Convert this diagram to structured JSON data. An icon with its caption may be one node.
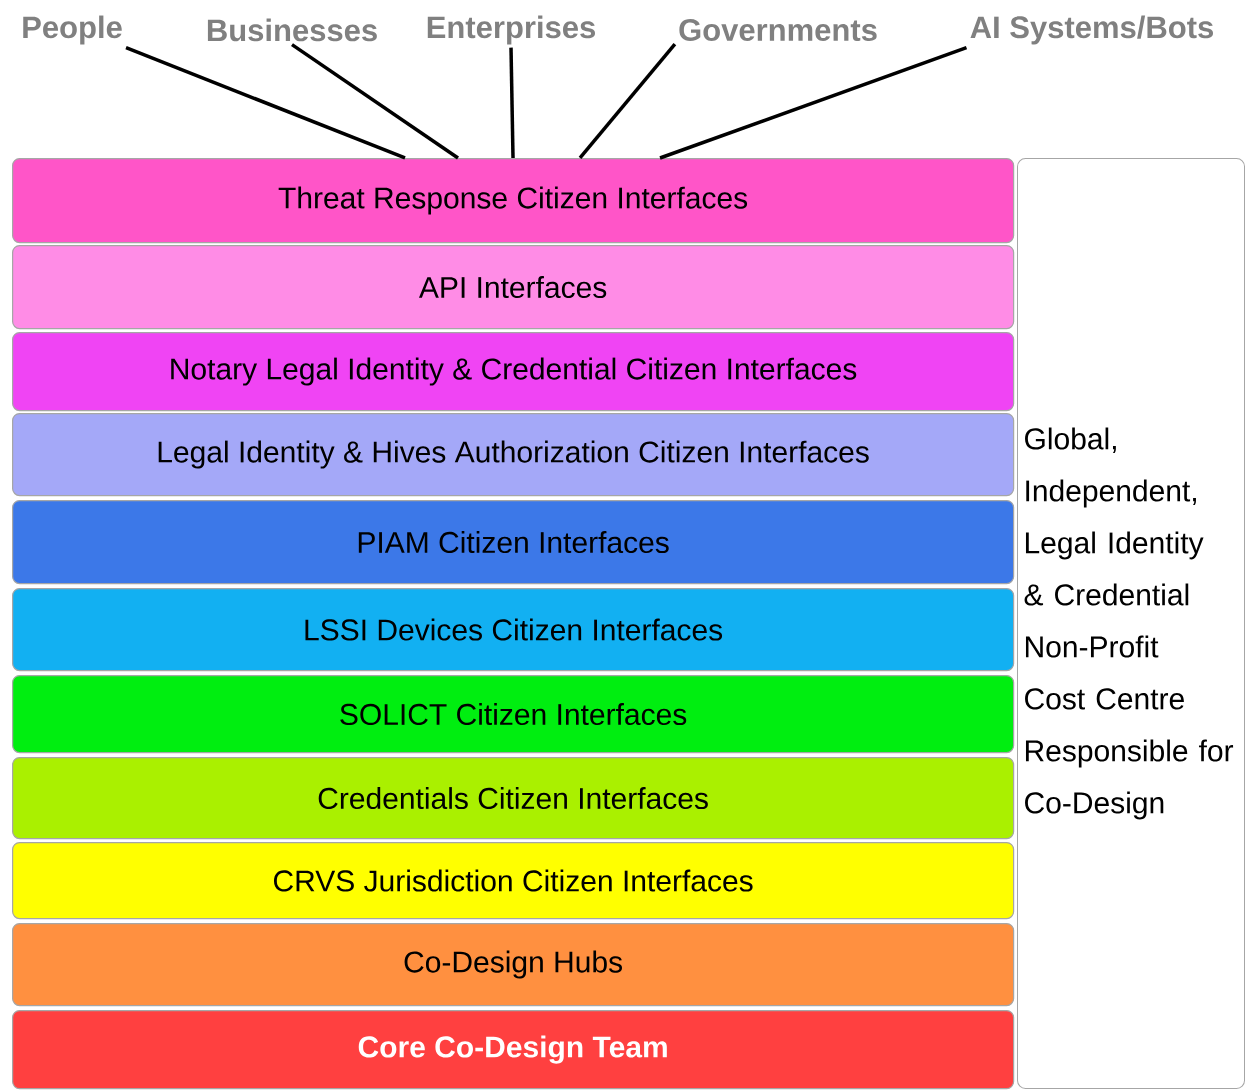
{
  "diagram": {
    "nodes": [
      {
        "text": [
          "People"
        ]
      },
      {
        "text": [
          "Businesses"
        ]
      },
      {
        "text": [
          "Enterprises"
        ]
      },
      {
        "text": [
          "Governments"
        ]
      },
      {
        "text": [
          "AI Systems/Bots"
        ]
      },
      {
        "text": [
          "Threat Response Citizen Interfaces"
        ]
      },
      {
        "text": [
          "API Interfaces"
        ]
      },
      {
        "text": [
          "Notary Legal Identity & Credential Citizen Interfaces"
        ]
      },
      {
        "text": [
          "Legal Identity & Hives Authorization Citizen Interfaces"
        ]
      },
      {
        "text": [
          "PIAM Citizen Interfaces"
        ]
      },
      {
        "text": [
          "LSSI Devices Citizen Interfaces"
        ]
      },
      {
        "text": [
          "SOLICT Citizen Interfaces"
        ]
      },
      {
        "text": [
          "Credentials Citizen Interfaces"
        ]
      },
      {
        "text": [
          "CRVS Jurisdiction Citizen Interfaces"
        ]
      },
      {
        "text": [
          "Co-Design Hubs"
        ]
      },
      {
        "text": [
          "Core Co-Design Team"
        ]
      },
      {
        "text": [
          "Global, Independent, Legal Identity & Credential Non-Profit Cost Centre Responsible for Co-Design"
        ]
      }
    ],
    "edges": [
      {
        "from": 0,
        "to": 5,
        "arrow": "none"
      },
      {
        "from": 1,
        "to": 5,
        "arrow": "none"
      },
      {
        "from": 2,
        "to": 5,
        "arrow": "none"
      },
      {
        "from": 3,
        "to": 5,
        "arrow": "none"
      },
      {
        "from": 4,
        "to": 5,
        "arrow": "none"
      }
    ]
  }
}
